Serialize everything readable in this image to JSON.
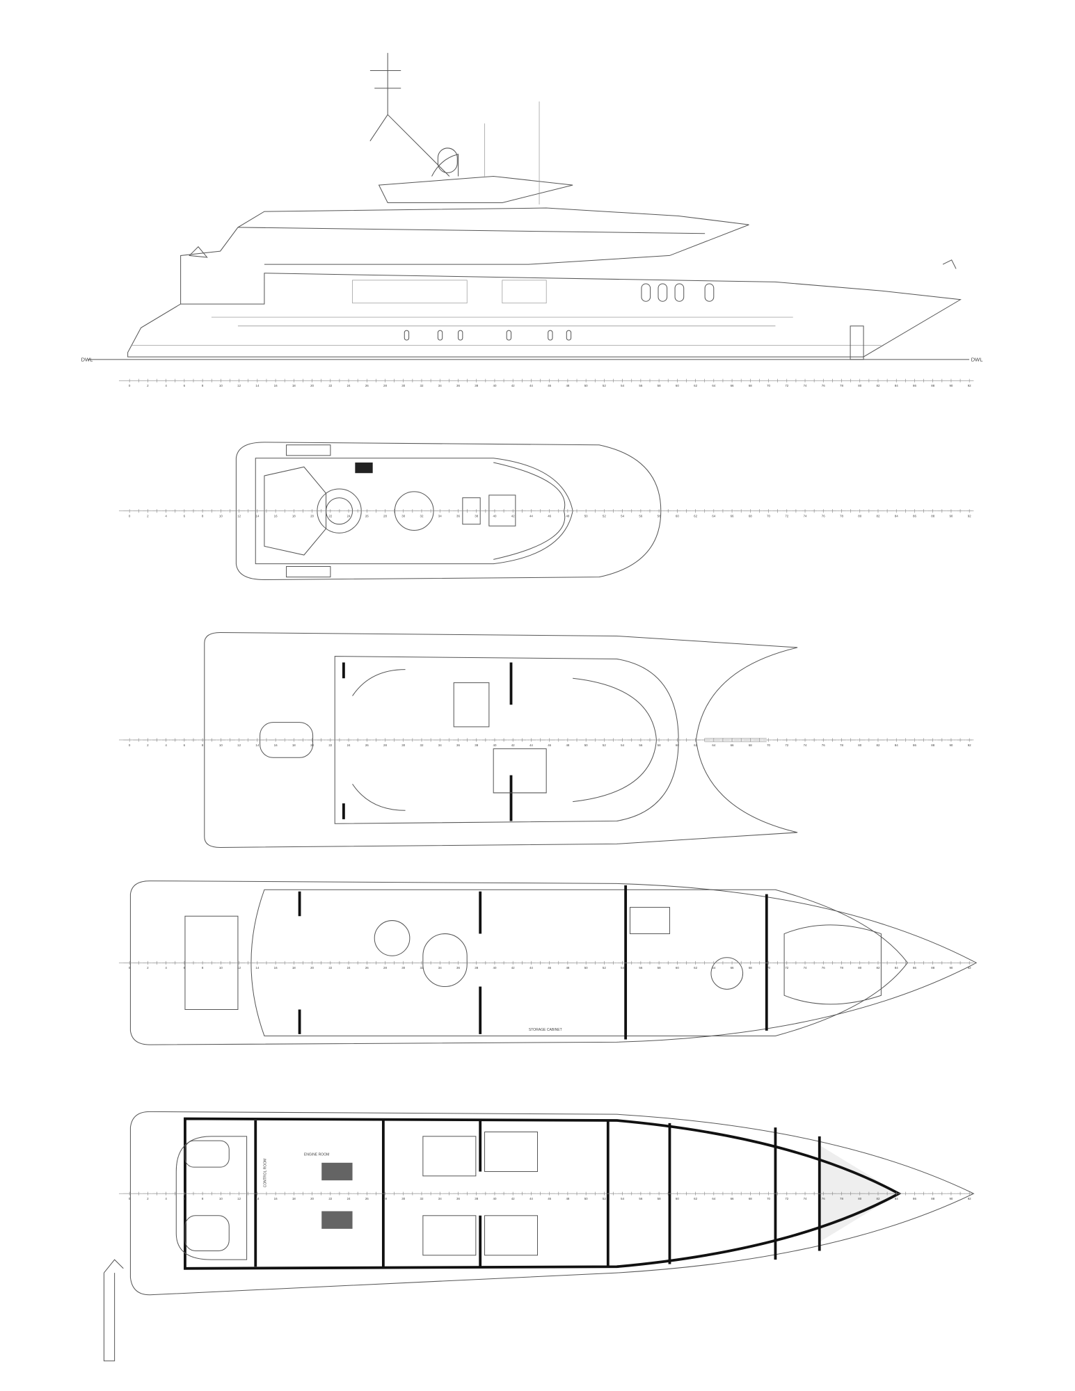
{
  "drawing": {
    "waterline_label_aft": "DWL",
    "waterline_label_fwd": "DWL",
    "frame_ruler": {
      "start": 0,
      "end": 92,
      "step": 2
    },
    "rooms": {
      "control_room": "CONTROL ROOM",
      "engine_room": "ENGINE ROOM",
      "storage_cabinet": "STORAGE CABINET"
    },
    "views": [
      "profile",
      "sun-deck",
      "bridge-deck",
      "main-deck",
      "lower-deck"
    ]
  }
}
